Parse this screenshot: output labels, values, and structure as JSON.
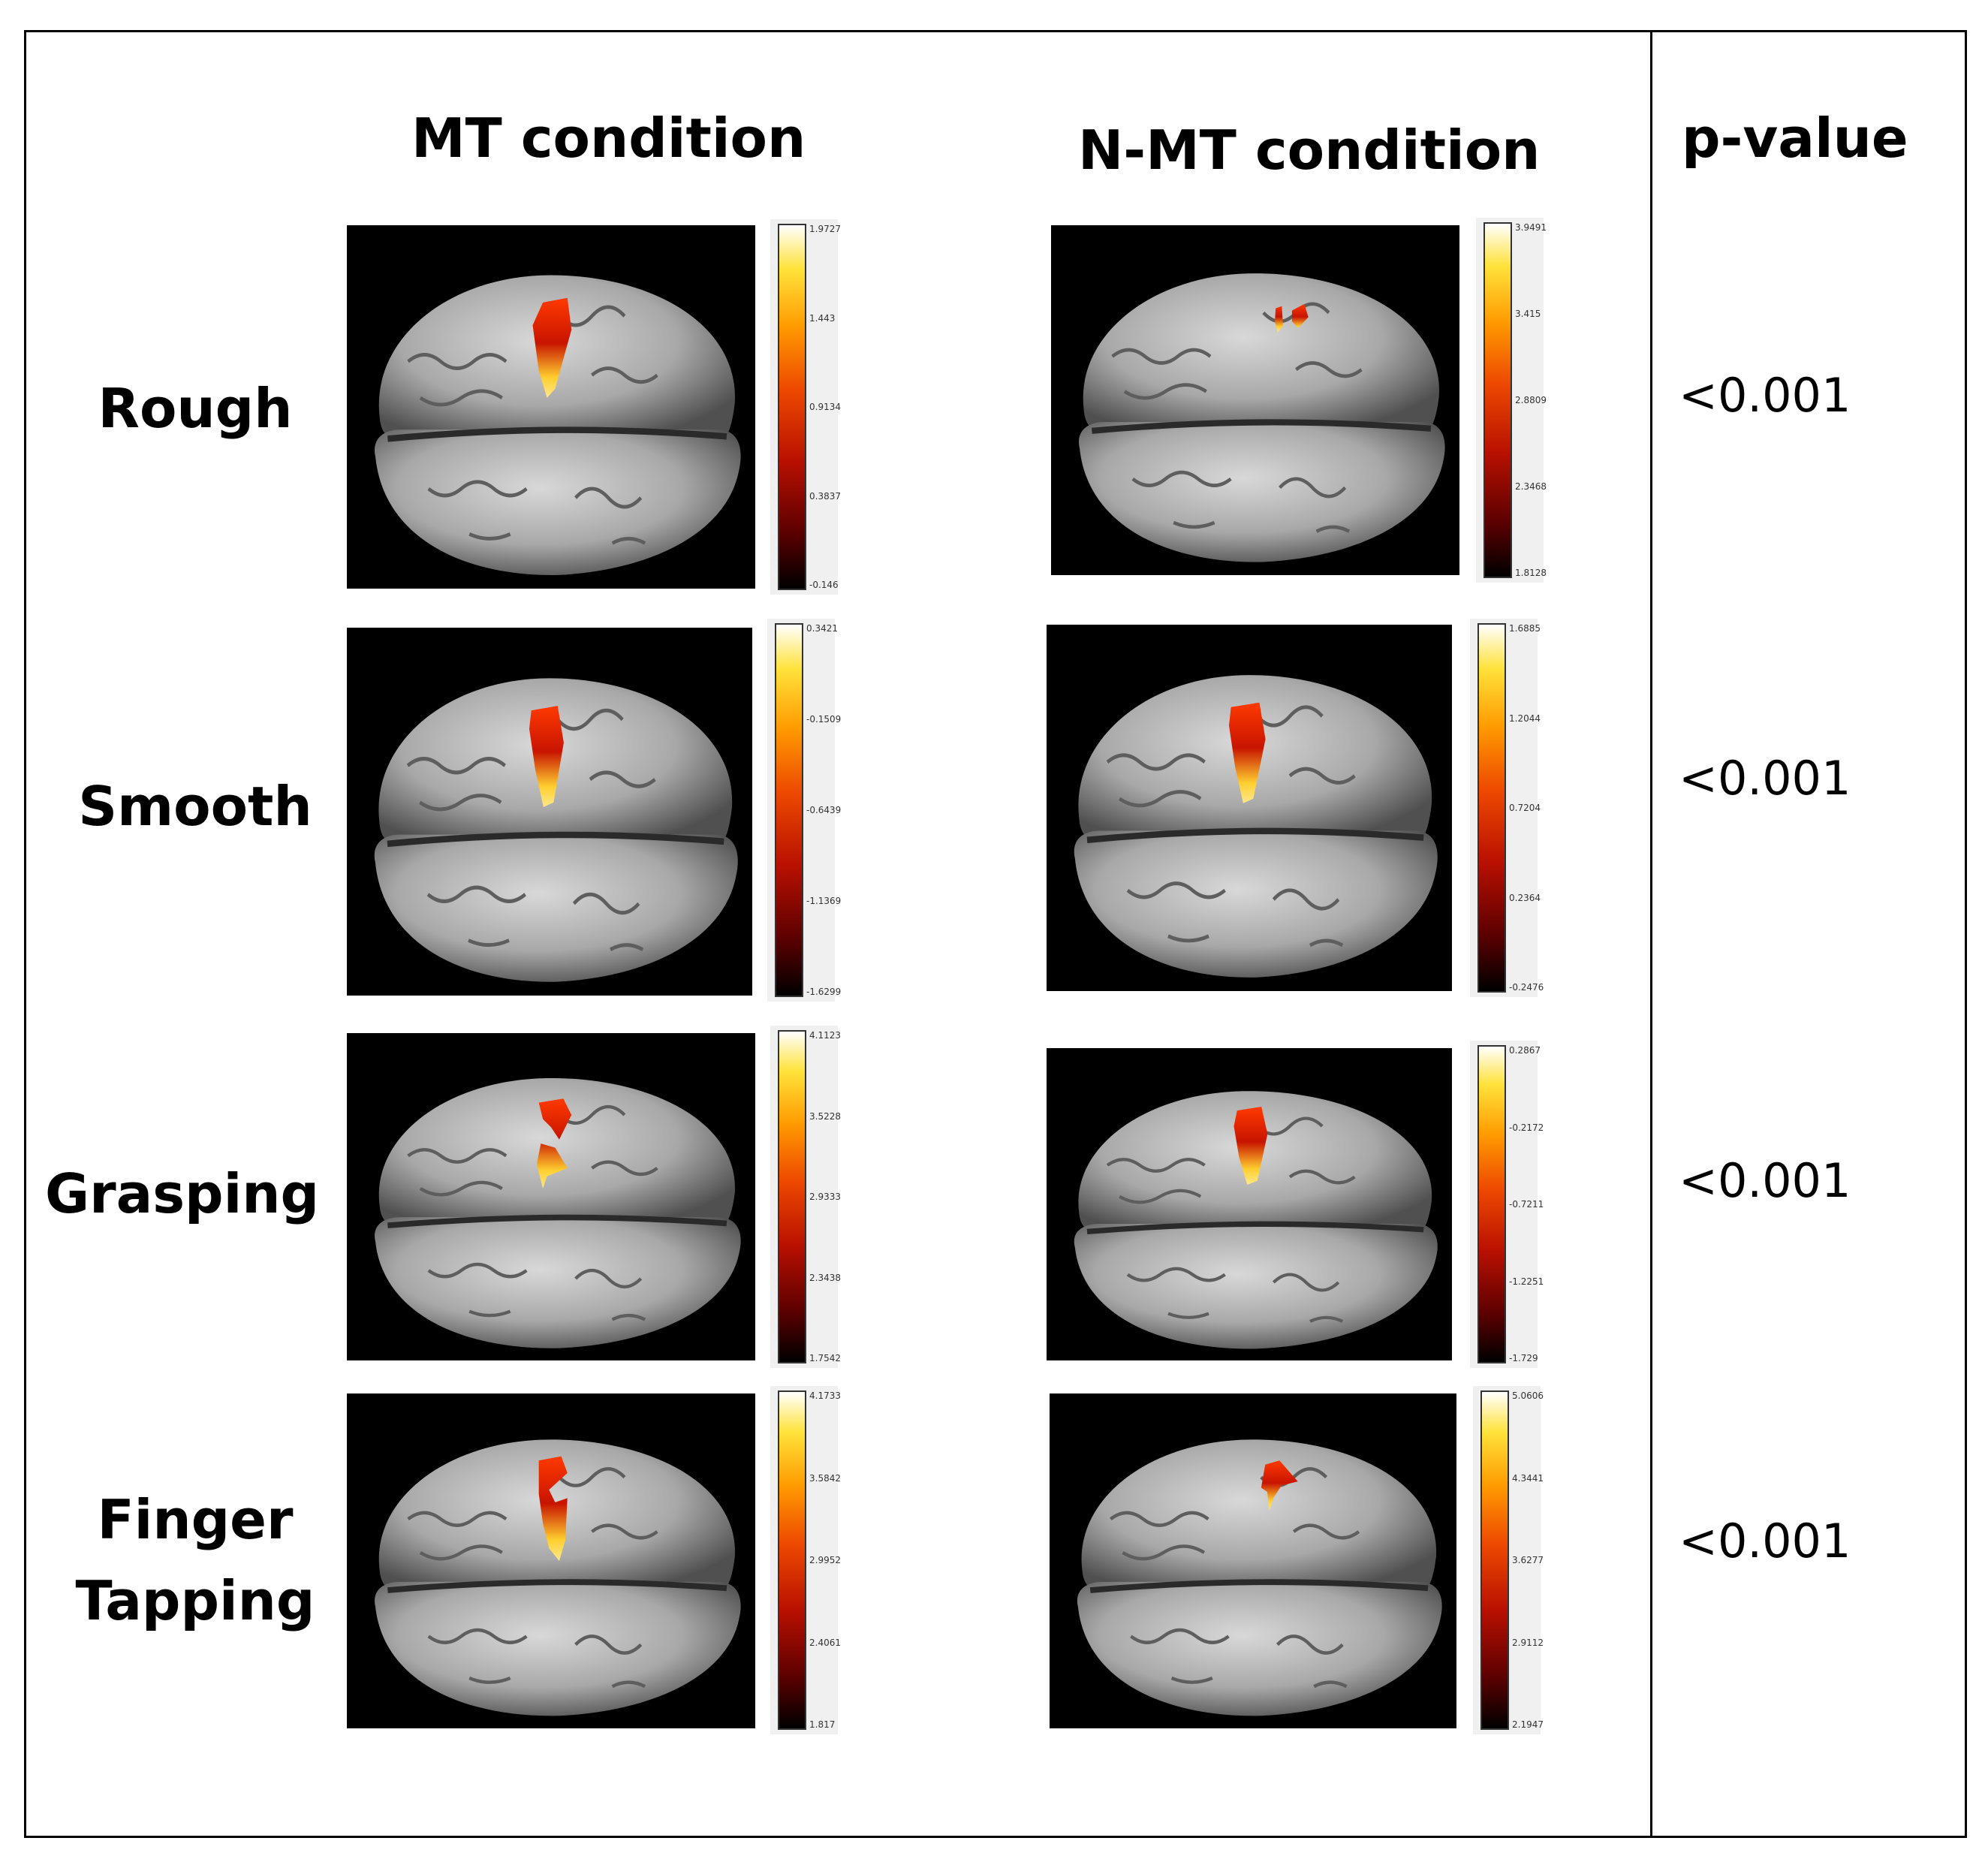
{
  "columns": {
    "mt": "MT condition",
    "nmt": "N-MT condition",
    "p": "p-value"
  },
  "rows": [
    {
      "label": "Rough",
      "p_value": "<0.001",
      "mt_ticks": [
        "1.9727",
        "1.443",
        "0.9134",
        "0.3837",
        "-0.146"
      ],
      "nmt_ticks": [
        "3.9491",
        "3.415",
        "2.8809",
        "2.3468",
        "1.8128"
      ]
    },
    {
      "label": "Smooth",
      "p_value": "<0.001",
      "mt_ticks": [
        "0.3421",
        "-0.1509",
        "-0.6439",
        "-1.1369",
        "-1.6299"
      ],
      "nmt_ticks": [
        "1.6885",
        "1.2044",
        "0.7204",
        "0.2364",
        "-0.2476"
      ]
    },
    {
      "label": "Grasping",
      "p_value": "<0.001",
      "mt_ticks": [
        "4.1123",
        "3.5228",
        "2.9333",
        "2.3438",
        "1.7542"
      ],
      "nmt_ticks": [
        "0.2867",
        "-0.2172",
        "-0.7211",
        "-1.2251",
        "-1.729"
      ]
    },
    {
      "label": "Finger\nTapping",
      "p_value": "<0.001",
      "mt_ticks": [
        "4.1733",
        "3.5842",
        "2.9952",
        "2.4061",
        "1.817"
      ],
      "nmt_ticks": [
        "5.0606",
        "4.3441",
        "3.6277",
        "2.9112",
        "2.1947"
      ]
    }
  ]
}
